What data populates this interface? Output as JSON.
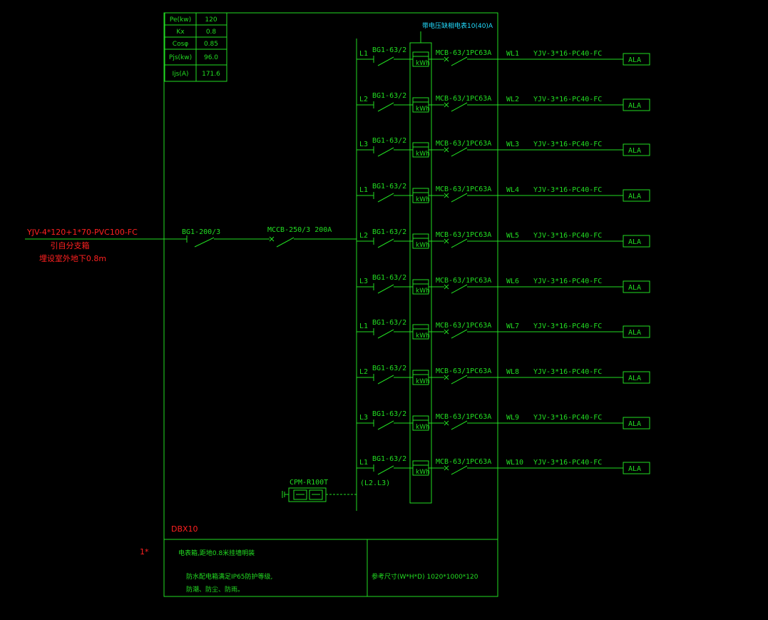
{
  "params": [
    {
      "label": "Pe(kw)",
      "value": "120"
    },
    {
      "label": "Kx",
      "value": "0.8"
    },
    {
      "label": "Cosφ",
      "value": "0.85"
    },
    {
      "label": "Pjs(kw)",
      "value": "96.0"
    },
    {
      "label": "Ijs(A)",
      "value": "171.6"
    }
  ],
  "incoming": {
    "cable": "YJV-4*120+1*70-PVC100-FC",
    "source": "引自分支箱",
    "laying": "埋设室外地下0.8m",
    "isolator": "BG1-200/3",
    "breaker": "MCCB-250/3 200A"
  },
  "meter_note": "带电压缺相电表10(40)A",
  "meter_label": "kWh",
  "branches": [
    {
      "phase": "L1",
      "isolator": "BG1-63/2",
      "breaker": "MCB-63/1PC63A",
      "circuit": "WL1",
      "cable": "YJV-3*16-PC40-FC",
      "load": "ALA"
    },
    {
      "phase": "L2",
      "isolator": "BG1-63/2",
      "breaker": "MCB-63/1PC63A",
      "circuit": "WL2",
      "cable": "YJV-3*16-PC40-FC",
      "load": "ALA"
    },
    {
      "phase": "L3",
      "isolator": "BG1-63/2",
      "breaker": "MCB-63/1PC63A",
      "circuit": "WL3",
      "cable": "YJV-3*16-PC40-FC",
      "load": "ALA"
    },
    {
      "phase": "L1",
      "isolator": "BG1-63/2",
      "breaker": "MCB-63/1PC63A",
      "circuit": "WL4",
      "cable": "YJV-3*16-PC40-FC",
      "load": "ALA"
    },
    {
      "phase": "L2",
      "isolator": "BG1-63/2",
      "breaker": "MCB-63/1PC63A",
      "circuit": "WL5",
      "cable": "YJV-3*16-PC40-FC",
      "load": "ALA"
    },
    {
      "phase": "L3",
      "isolator": "BG1-63/2",
      "breaker": "MCB-63/1PC63A",
      "circuit": "WL6",
      "cable": "YJV-3*16-PC40-FC",
      "load": "ALA"
    },
    {
      "phase": "L1",
      "isolator": "BG1-63/2",
      "breaker": "MCB-63/1PC63A",
      "circuit": "WL7",
      "cable": "YJV-3*16-PC40-FC",
      "load": "ALA"
    },
    {
      "phase": "L2",
      "isolator": "BG1-63/2",
      "breaker": "MCB-63/1PC63A",
      "circuit": "WL8",
      "cable": "YJV-3*16-PC40-FC",
      "load": "ALA"
    },
    {
      "phase": "L3",
      "isolator": "BG1-63/2",
      "breaker": "MCB-63/1PC63A",
      "circuit": "WL9",
      "cable": "YJV-3*16-PC40-FC",
      "load": "ALA"
    },
    {
      "phase": "L1",
      "isolator": "BG1-63/2",
      "breaker": "MCB-63/1PC63A",
      "circuit": "WL10",
      "cable": "YJV-3*16-PC40-FC",
      "load": "ALA"
    }
  ],
  "spd": {
    "label": "CPM-R100T",
    "phases": "(L2.L3)"
  },
  "box_id": "DBX10",
  "qty": "1*",
  "notes": {
    "line1": "电表箱,距地0.8米挂墙明装",
    "line2": "防水配电箱满足IP65防护等级,",
    "line3": "防潮、防尘、防雨。",
    "dims": "参考尺寸(W*H*D) 1020*1000*120"
  },
  "colors": {
    "line": "#22dd22",
    "incoming": "#ff2020",
    "meter_note": "#22ddff"
  }
}
